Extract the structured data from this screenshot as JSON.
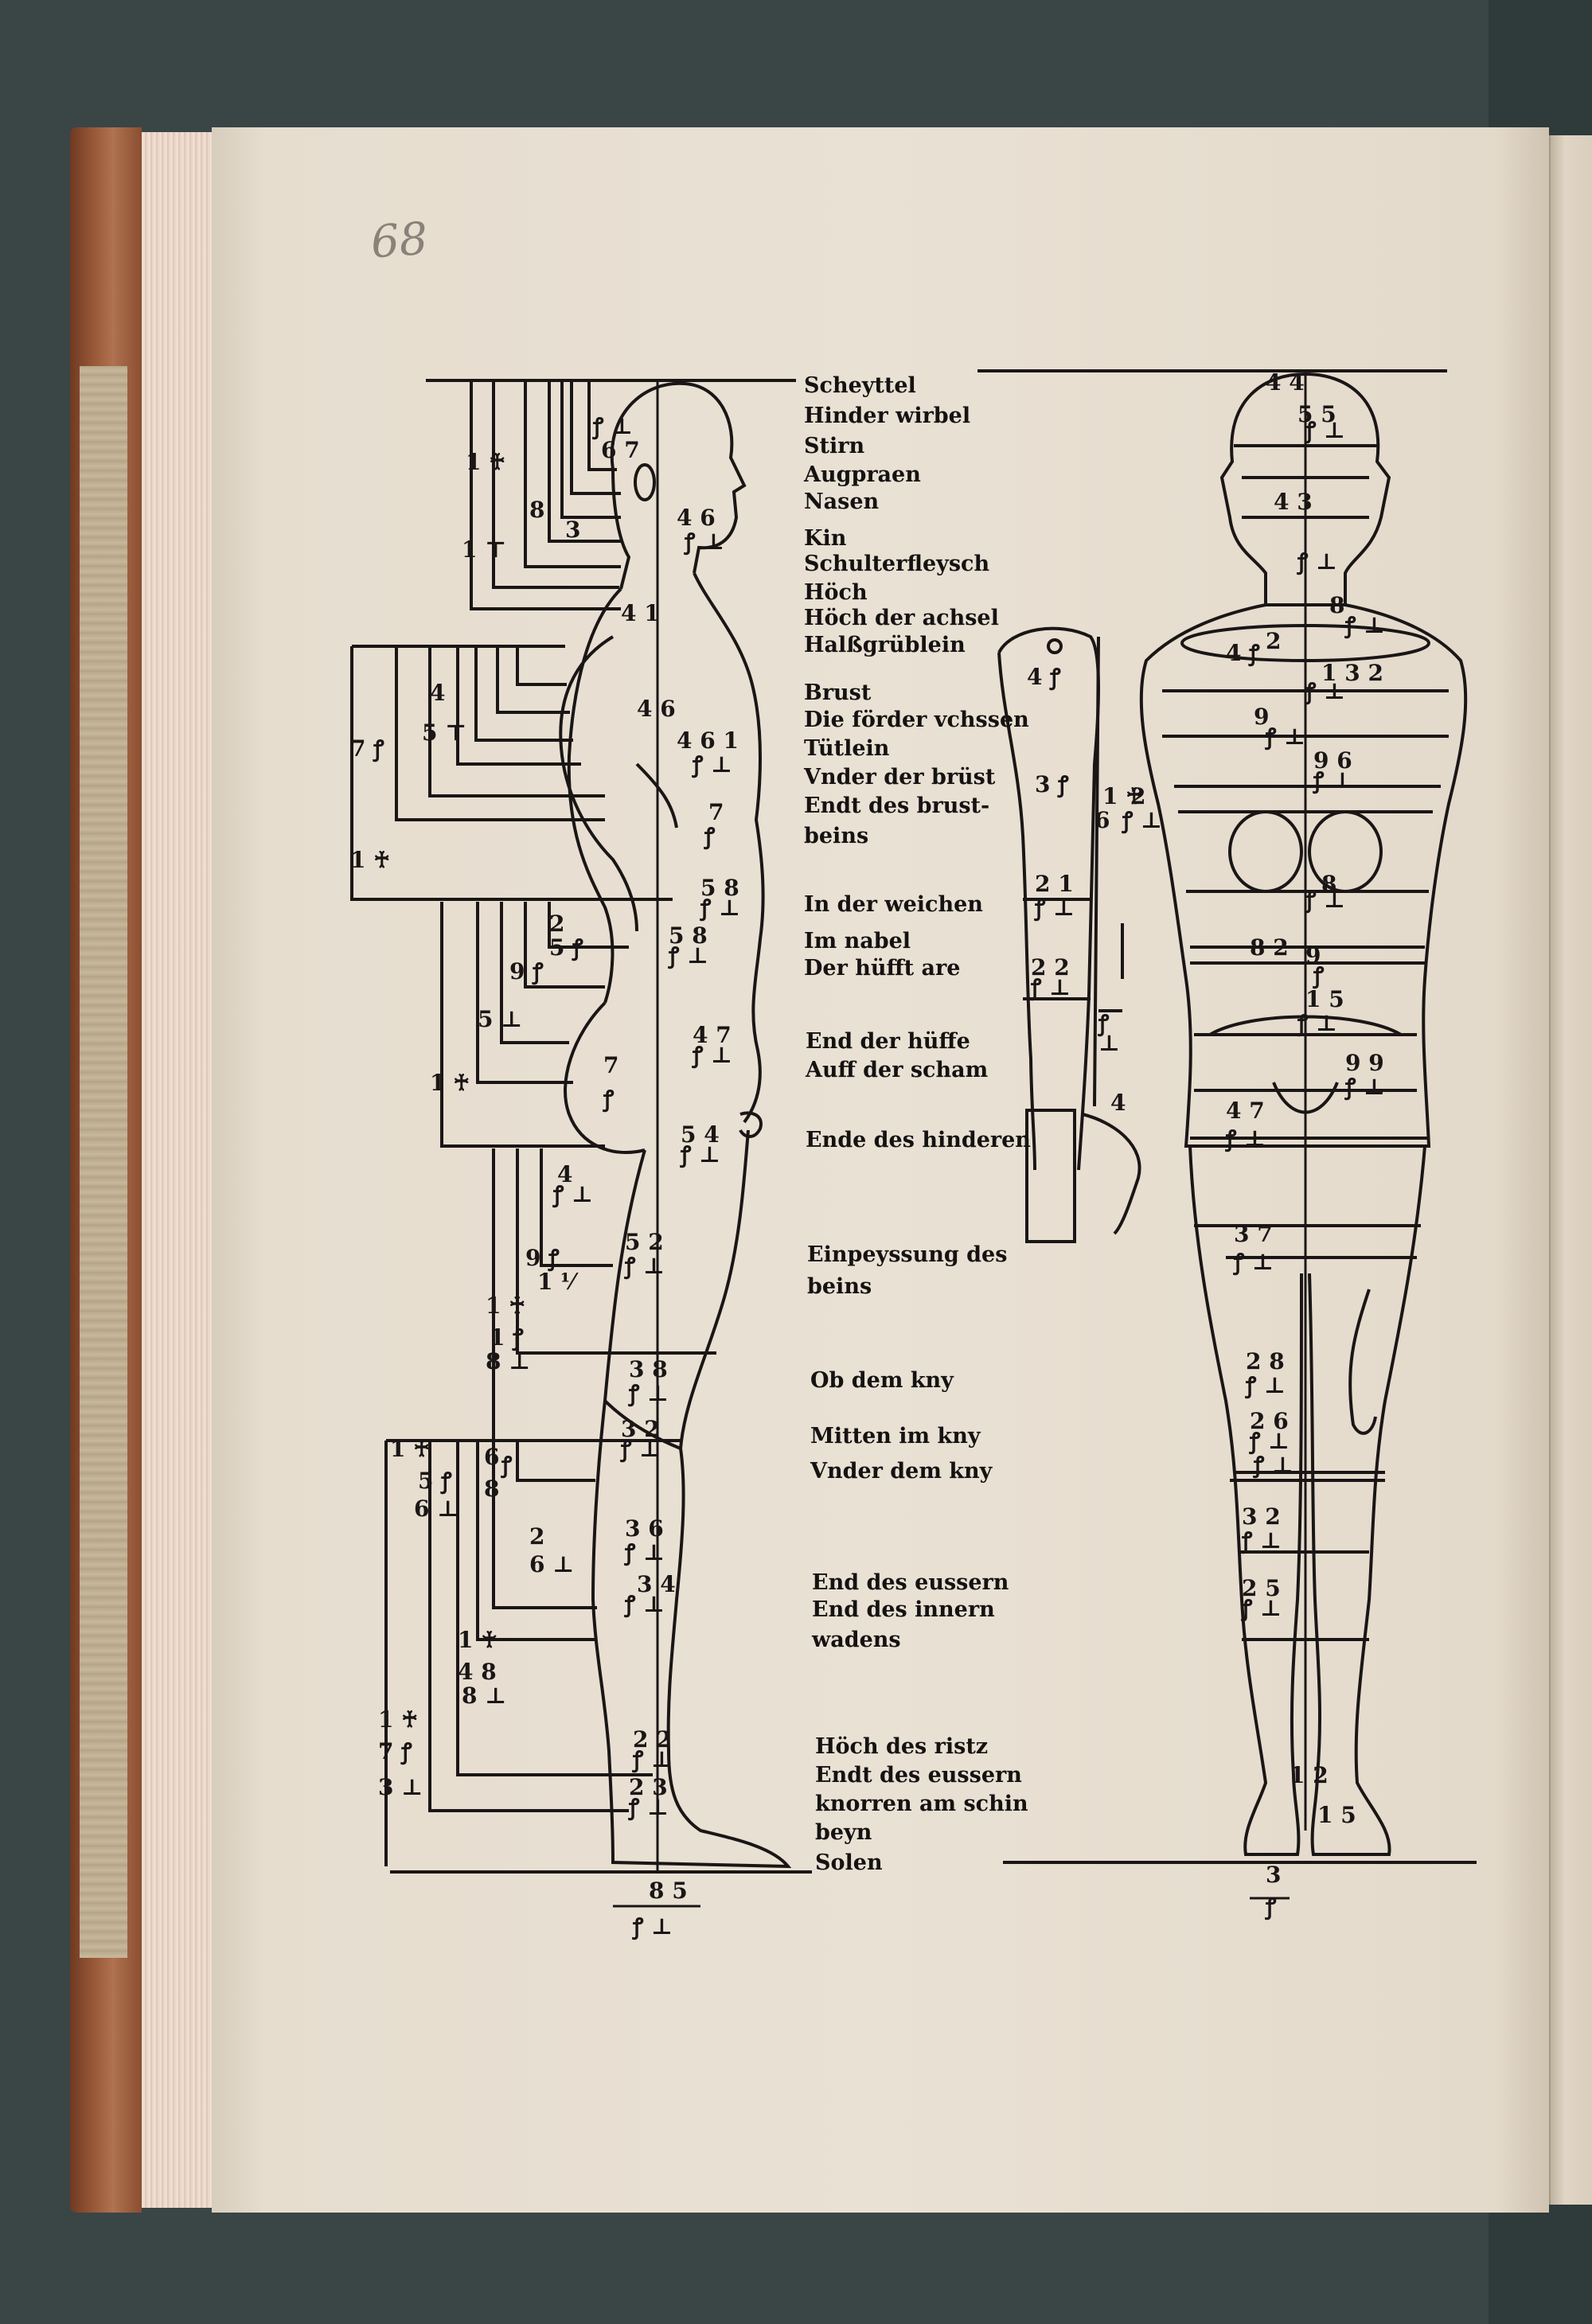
{
  "page": {
    "folio": "68"
  },
  "labels": [
    "Scheyttel",
    "Hinder wirbel",
    "Stirn",
    "Augpraen",
    "Nasen",
    "Kin",
    "Schulterfleysch",
    "Höch",
    "Höch der achsel",
    "Halßgrüblein",
    "Brust",
    "Die förder vchssen",
    "Tütlein",
    "Vnder der brüst",
    "Endt des brust-",
    "beins",
    "In der weichen",
    "Im nabel",
    "Der hüfft are",
    "End der hüffe",
    "Auff der scham",
    "Ende des hinderen",
    "Einpeyssung des",
    "beins",
    "Ob dem kny",
    "Mitten im kny",
    "Vnder dem kny",
    "End des eussern",
    "End des innern",
    "wadens",
    "Höch des ristz",
    "Endt des eussern",
    "knorren am schin",
    "beyn",
    "Solen"
  ]
}
